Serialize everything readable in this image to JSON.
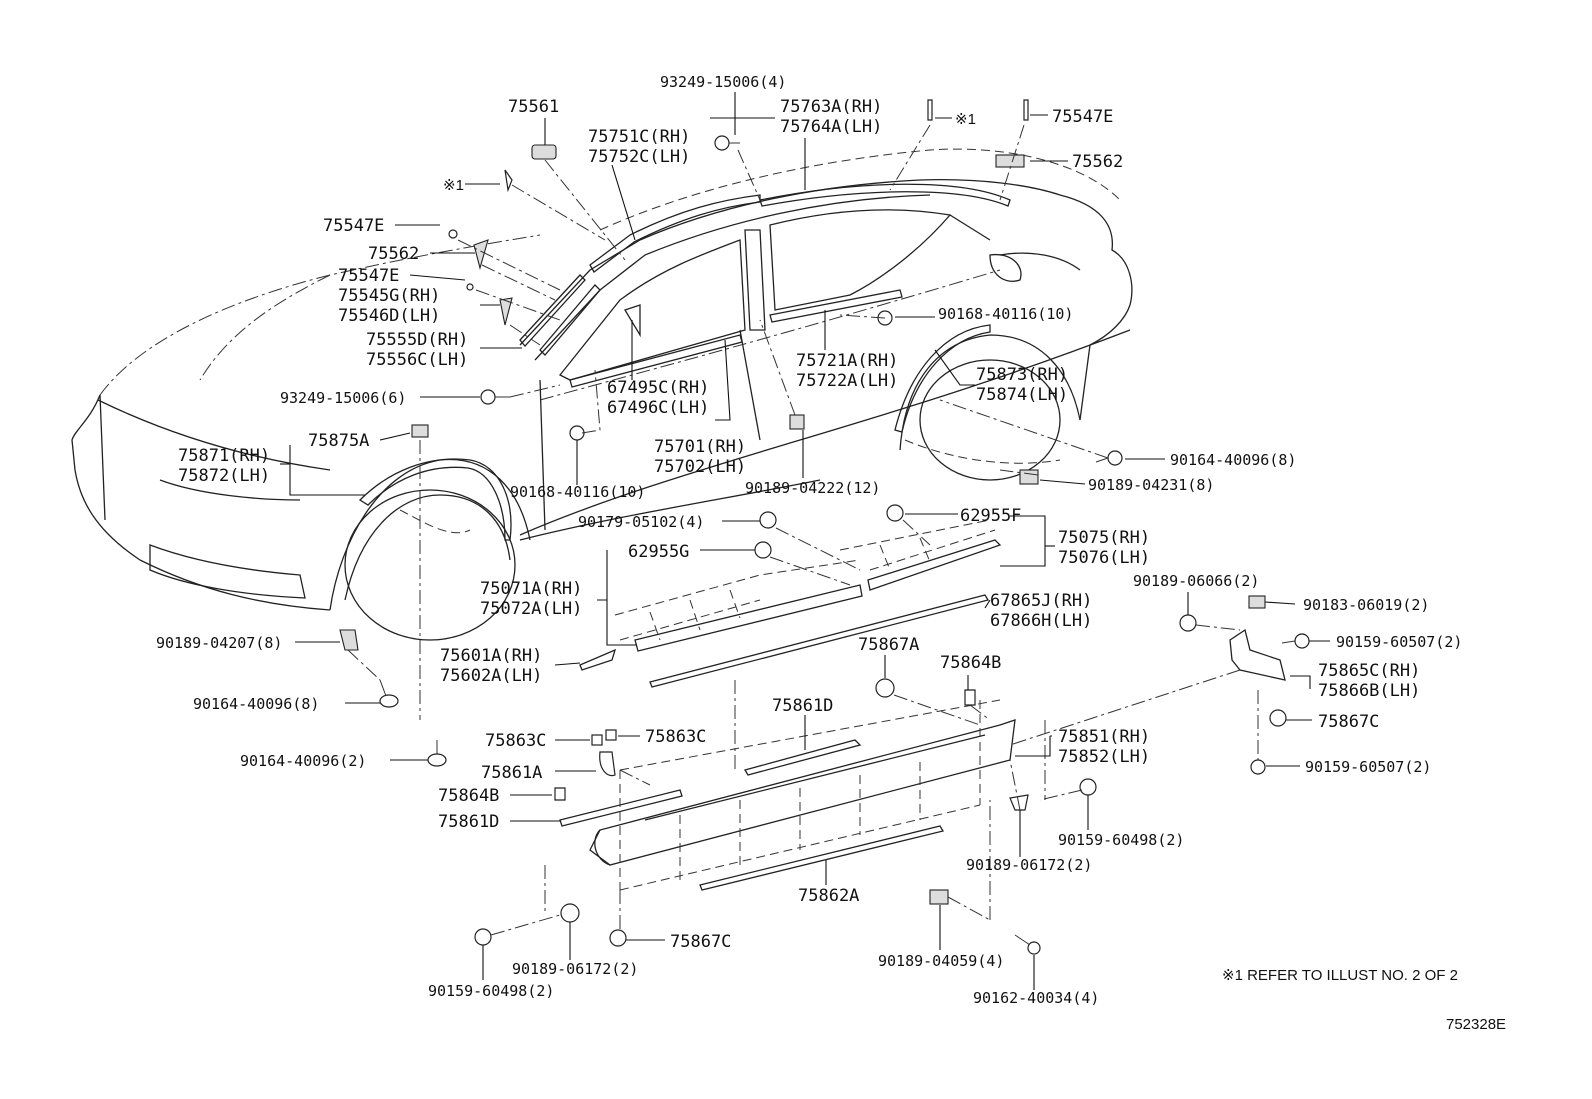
{
  "labels": {
    "p93249_top": "93249-15006(4)",
    "p75561": "75561",
    "p75763": "75763A(RH)",
    "p75764": "75764A(LH)",
    "note1_top": "※1",
    "p75547E_top": "75547E",
    "p75562_top": "75562",
    "p75751": "75751C(RH)",
    "p75752": "75752C(LH)",
    "note1_left": "※1",
    "p75547E_a": "75547E",
    "p75562_left": "75562",
    "p75547E_b": "75547E",
    "p75545": "75545G(RH)",
    "p75546": "75546D(LH)",
    "p75555": "75555D(RH)",
    "p75556": "75556C(LH)",
    "p90168_right": "90168-40116(10)",
    "p75721": "75721A(RH)",
    "p75722": "75722A(LH)",
    "p93249_left": "93249-15006(6)",
    "p67495": "67495C(RH)",
    "p67496": "67496C(LH)",
    "p75873": "75873(RH)",
    "p75874": "75874(LH)",
    "p75871": "75871(RH)",
    "p75872": "75872(LH)",
    "p75875": "75875A",
    "p75701": "75701(RH)",
    "p75702": "75702(LH)",
    "p90164_right": "90164-40096(8)",
    "p90189_04231": "90189-04231(8)",
    "p90168_left": "90168-40116(10)",
    "p90189_04222": "90189-04222(12)",
    "p90179": "90179-05102(4)",
    "p62955F": "62955F",
    "p75075": "75075(RH)",
    "p75076": "75076(LH)",
    "p62955G": "62955G",
    "p75071": "75071A(RH)",
    "p75072": "75072A(LH)",
    "p67865": "67865J(RH)",
    "p67866": "67866H(LH)",
    "p90189_06066": "90189-06066(2)",
    "p90183": "90183-06019(2)",
    "p90159_60507_a": "90159-60507(2)",
    "p90189_04207": "90189-04207(8)",
    "p75601": "75601A(RH)",
    "p75602": "75602A(LH)",
    "p75867A": "75867A",
    "p75864B_top": "75864B",
    "p75865": "75865C(RH)",
    "p75866": "75866B(LH)",
    "p90164_left": "90164-40096(8)",
    "p75861D_top": "75861D",
    "p75867C_right": "75867C",
    "p75863C_a": "75863C",
    "p75863C_b": "75863C",
    "p75851": "75851(RH)",
    "p75852": "75852(LH)",
    "p90164_bottom": "90164-40096(2)",
    "p90159_60507_b": "90159-60507(2)",
    "p75861A": "75861A",
    "p75864B_left": "75864B",
    "p90159_60498_right": "90159-60498(2)",
    "p75861D_left": "75861D",
    "p90189_06172_right": "90189-06172(2)",
    "p75862A": "75862A",
    "p75867C_bottom": "75867C",
    "p90189_04059": "90189-04059(4)",
    "p90189_06172_left": "90189-06172(2)",
    "p90159_60498_left": "90159-60498(2)",
    "p90162": "90162-40034(4)"
  },
  "footnote": "※1 REFER TO ILLUST NO. 2 OF 2",
  "illustration_code": "752328E"
}
